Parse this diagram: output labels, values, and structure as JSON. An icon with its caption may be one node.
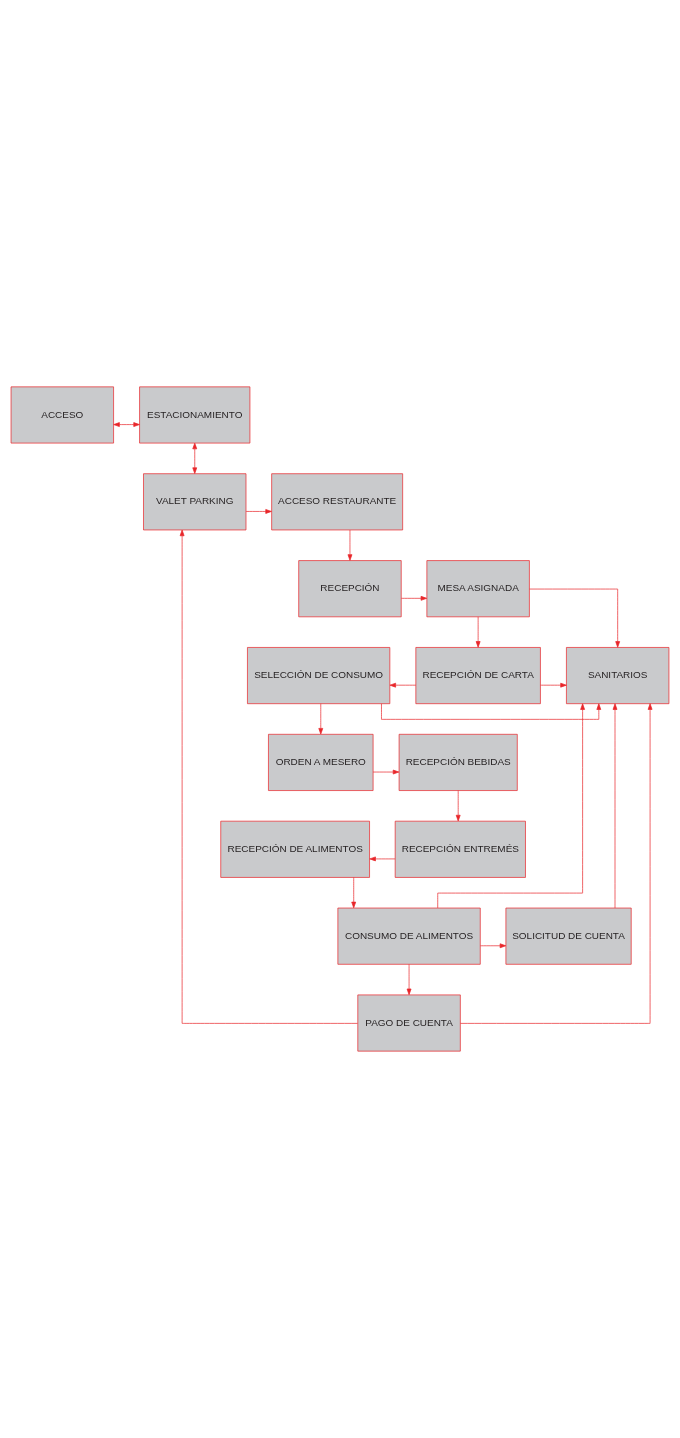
{
  "diagram": {
    "nodes": [
      {
        "text": [
          "ACCESO"
        ]
      },
      {
        "text": [
          "ESTACIONAMIENTO"
        ]
      },
      {
        "text": [
          "ACCESO RESTAURANTE"
        ]
      },
      {
        "text": [
          "VALET PARKING"
        ]
      },
      {
        "text": [
          "RECEPCIÓN"
        ]
      },
      {
        "text": [
          "MESA ASIGNADA"
        ]
      },
      {
        "text": [
          "SELECCIÓN DE CONSUMO"
        ]
      },
      {
        "text": [
          "RECEPCIÓN DE CARTA"
        ]
      },
      {
        "text": [
          "SANITARIOS"
        ]
      },
      {
        "text": [
          "ORDEN A MESERO"
        ]
      },
      {
        "text": [
          "RECEPCIÓN BEBIDAS"
        ]
      },
      {
        "text": [
          "RECEPCIÓN DE ALIMENTOS"
        ]
      },
      {
        "text": [
          "RECEPCIÓN ENTREMÉS"
        ]
      },
      {
        "text": [
          "CONSUMO DE ALIMENTOS"
        ]
      },
      {
        "text": [
          "SOLICITUD DE CUENTA"
        ]
      },
      {
        "text": [
          "PAGO DE CUENTA"
        ]
      }
    ],
    "edges": [
      {
        "from": 0,
        "to": 1,
        "arrow": "both"
      },
      {
        "from": 1,
        "to": 3,
        "arrow": "both"
      },
      {
        "from": 3,
        "to": 2,
        "arrow": "to"
      },
      {
        "from": 2,
        "to": 4,
        "arrow": "to"
      },
      {
        "from": 4,
        "to": 5,
        "arrow": "to"
      },
      {
        "from": 5,
        "to": 7,
        "arrow": "to"
      },
      {
        "from": 5,
        "to": 8,
        "arrow": "to"
      },
      {
        "from": 6,
        "to": 8,
        "arrow": "to"
      },
      {
        "from": 7,
        "to": 6,
        "arrow": "to"
      },
      {
        "from": 7,
        "to": 8,
        "arrow": "to"
      },
      {
        "from": 6,
        "to": 9,
        "arrow": "to"
      },
      {
        "from": 9,
        "to": 10,
        "arrow": "to"
      },
      {
        "from": 10,
        "to": 12,
        "arrow": "to"
      },
      {
        "from": 12,
        "to": 11,
        "arrow": "to"
      },
      {
        "from": 11,
        "to": 13,
        "arrow": "to"
      },
      {
        "from": 13,
        "to": 14,
        "arrow": "to"
      },
      {
        "from": 14,
        "to": 8,
        "arrow": "to"
      },
      {
        "from": 13,
        "to": 8,
        "arrow": "to"
      },
      {
        "from": 13,
        "to": 15,
        "arrow": "to"
      },
      {
        "from": 15,
        "to": 8,
        "arrow": "to"
      },
      {
        "from": 15,
        "to": 3,
        "arrow": "to"
      }
    ]
  }
}
